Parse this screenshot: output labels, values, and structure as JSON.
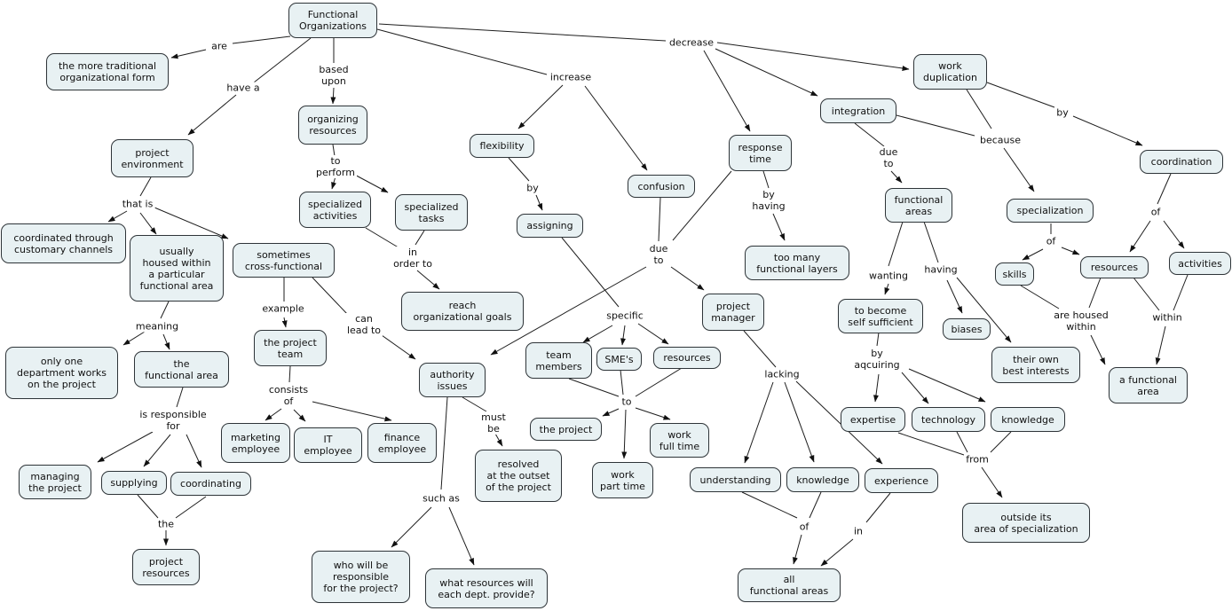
{
  "title": "Functional Organizations concept map",
  "colors": {
    "background": "#ffffff",
    "node_fill": "#e8f1f3",
    "node_border": "#2e3438",
    "line": "#1e1e1e",
    "text": "#111111"
  },
  "nodes": {
    "functional_organizations": "Functional\nOrganizations",
    "more_traditional": "the more traditional\norganizational form",
    "project_environment": "project\nenvironment",
    "organizing_resources": "organizing\nresources",
    "specialized_activities": "specialized\nactivities",
    "specialized_tasks": "specialized\ntasks",
    "coordinated_through": "coordinated through\ncustomary channels",
    "usually_housed": "usually\nhoused within\na particular\nfunctional area",
    "sometimes_cross": "sometimes\ncross-functional",
    "reach_goals": "reach\norganizational goals",
    "only_one_dept": "only one\ndepartment works\non the project",
    "the_functional_area": "the\nfunctional area",
    "project_team": "the project\nteam",
    "marketing_employee": "marketing\nemployee",
    "it_employee": "IT\nemployee",
    "finance_employee": "finance\nemployee",
    "managing_project": "managing\nthe project",
    "supplying": "supplying",
    "coordinating": "coordinating",
    "project_resources": "project\nresources",
    "authority_issues": "authority\nissues",
    "resolved_outset": "resolved\nat the outset\nof the project",
    "who_responsible": "who will be\nresponsible\nfor the project?",
    "what_resources": "what resources will\neach dept. provide?",
    "flexibility": "flexibility",
    "assigning": "assigning",
    "confusion": "confusion",
    "team_members": "team\nmembers",
    "smes": "SME's",
    "resources_mid": "resources",
    "the_project": "the project",
    "work_full_time": "work\nfull time",
    "work_part_time": "work\npart time",
    "response_time": "response\ntime",
    "too_many_layers": "too many\nfunctional layers",
    "project_manager": "project\nmanager",
    "understanding": "understanding",
    "knowledge_left": "knowledge",
    "experience": "experience",
    "all_functional_areas": "all\nfunctional areas",
    "integration": "integration",
    "functional_areas": "functional\nareas",
    "to_become": "to become\nself sufficient",
    "biases": "biases",
    "expertise": "expertise",
    "technology": "technology",
    "knowledge_right": "knowledge",
    "their_own_best_interests": "their own\nbest interests",
    "outside_area": "outside its\narea of specialization",
    "work_duplication": "work\nduplication",
    "coordination": "coordination",
    "specialization": "specialization",
    "skills": "skills",
    "resources_right": "resources",
    "activities": "activities",
    "a_functional_area": "a functional\narea"
  },
  "labels": {
    "are": "are",
    "have_a": "have a",
    "based_upon": "based\nupon",
    "to_perform": "to\nperform",
    "that_is": "that is",
    "meaning": "meaning",
    "in_order_to": "in\norder to",
    "can_lead_to": "can\nlead to",
    "example": "example",
    "consists_of": "consists\nof",
    "is_responsible_for": "is responsible\nfor",
    "the": "the",
    "must_be": "must\nbe",
    "such_as": "such as",
    "increase": "increase",
    "decrease": "decrease",
    "by_flexibility": "by",
    "specific": "specific",
    "due_to_confusion": "due\nto",
    "to_project": "to",
    "by_having": "by\nhaving",
    "lacking": "lacking",
    "due_to_integration": "due\nto",
    "wanting": "wanting",
    "by_aqcuiring": "by\naqcuiring",
    "having": "having",
    "of_understanding": "of",
    "in_experience": "in",
    "from": "from",
    "because": "because",
    "by_work_duplication": "by",
    "of_coordination": "of",
    "of_specialization": "of",
    "are_housed_within": "are housed\nwithin",
    "within": "within"
  },
  "edges": [
    {
      "from": [
        "functional_organizations"
      ],
      "label": "are",
      "to": [
        "more_traditional"
      ]
    },
    {
      "from": [
        "functional_organizations"
      ],
      "label": "have a",
      "to": [
        "project_environment"
      ]
    },
    {
      "from": [
        "functional_organizations"
      ],
      "label": "based upon",
      "to": [
        "organizing_resources"
      ]
    },
    {
      "from": [
        "organizing_resources"
      ],
      "label": "to perform",
      "to": [
        "specialized_activities",
        "specialized_tasks"
      ]
    },
    {
      "from": [
        "specialized_activities",
        "specialized_tasks"
      ],
      "label": "in order to",
      "to": [
        "reach_goals"
      ]
    },
    {
      "from": [
        "project_environment"
      ],
      "label": "that is",
      "to": [
        "coordinated_through",
        "usually_housed",
        "sometimes_cross"
      ]
    },
    {
      "from": [
        "usually_housed"
      ],
      "label": "meaning",
      "to": [
        "only_one_dept",
        "the_functional_area"
      ]
    },
    {
      "from": [
        "the_functional_area"
      ],
      "label": "is responsible for",
      "to": [
        "managing_project",
        "supplying",
        "coordinating"
      ]
    },
    {
      "from": [
        "supplying",
        "coordinating"
      ],
      "label": "the",
      "to": [
        "project_resources"
      ]
    },
    {
      "from": [
        "sometimes_cross"
      ],
      "label": "example",
      "to": [
        "project_team"
      ]
    },
    {
      "from": [
        "sometimes_cross"
      ],
      "label": "can lead to",
      "to": [
        "authority_issues"
      ]
    },
    {
      "from": [
        "project_team"
      ],
      "label": "consists of",
      "to": [
        "marketing_employee",
        "it_employee",
        "finance_employee"
      ]
    },
    {
      "from": [
        "authority_issues"
      ],
      "label": "must be",
      "to": [
        "resolved_outset"
      ]
    },
    {
      "from": [
        "authority_issues"
      ],
      "label": "such as",
      "to": [
        "who_responsible",
        "what_resources"
      ]
    },
    {
      "from": [
        "functional_organizations"
      ],
      "label": "increase",
      "to": [
        "flexibility",
        "confusion"
      ]
    },
    {
      "from": [
        "flexibility"
      ],
      "label": "by",
      "to": [
        "assigning"
      ]
    },
    {
      "from": [
        "assigning"
      ],
      "label": "specific",
      "to": [
        "team_members",
        "smes",
        "resources_mid"
      ]
    },
    {
      "from": [
        "confusion",
        "response_time"
      ],
      "label": "due to",
      "to": [
        "project_manager",
        "authority_issues"
      ]
    },
    {
      "from": [
        "team_members",
        "smes",
        "resources_mid"
      ],
      "label": "to",
      "to": [
        "the_project",
        "work_full_time",
        "work_part_time"
      ]
    },
    {
      "from": [
        "response_time"
      ],
      "label": "by having",
      "to": [
        "too_many_layers"
      ]
    },
    {
      "from": [
        "functional_organizations"
      ],
      "label": "decrease",
      "to": [
        "work_duplication",
        "integration",
        "response_time"
      ]
    },
    {
      "from": [
        "project_manager"
      ],
      "label": "lacking",
      "to": [
        "understanding",
        "knowledge_left",
        "experience"
      ]
    },
    {
      "from": [
        "understanding",
        "knowledge_left"
      ],
      "label": "of",
      "to": [
        "all_functional_areas"
      ]
    },
    {
      "from": [
        "experience"
      ],
      "label": "in",
      "to": [
        "all_functional_areas"
      ]
    },
    {
      "from": [
        "integration"
      ],
      "label": "due to",
      "to": [
        "functional_areas"
      ]
    },
    {
      "from": [
        "work_duplication",
        "integration"
      ],
      "label": "because",
      "to": [
        "specialization"
      ]
    },
    {
      "from": [
        "work_duplication"
      ],
      "label": "by",
      "to": [
        "coordination"
      ]
    },
    {
      "from": [
        "functional_areas"
      ],
      "label": "wanting",
      "to": [
        "to_become"
      ]
    },
    {
      "from": [
        "functional_areas"
      ],
      "label": "having",
      "to": [
        "biases",
        "their_own_best_interests"
      ]
    },
    {
      "from": [
        "to_become"
      ],
      "label": "by aqcuiring",
      "to": [
        "expertise",
        "technology",
        "knowledge_right"
      ]
    },
    {
      "from": [
        "expertise",
        "technology",
        "knowledge_right"
      ],
      "label": "from",
      "to": [
        "outside_area"
      ]
    },
    {
      "from": [
        "specialization"
      ],
      "label": "of",
      "to": [
        "skills",
        "resources_right"
      ]
    },
    {
      "from": [
        "coordination"
      ],
      "label": "of",
      "to": [
        "resources_right",
        "activities"
      ]
    },
    {
      "from": [
        "skills",
        "resources_right"
      ],
      "label": "are housed within",
      "to": [
        "a_functional_area"
      ]
    },
    {
      "from": [
        "resources_right",
        "activities"
      ],
      "label": "within",
      "to": [
        "a_functional_area"
      ]
    }
  ]
}
